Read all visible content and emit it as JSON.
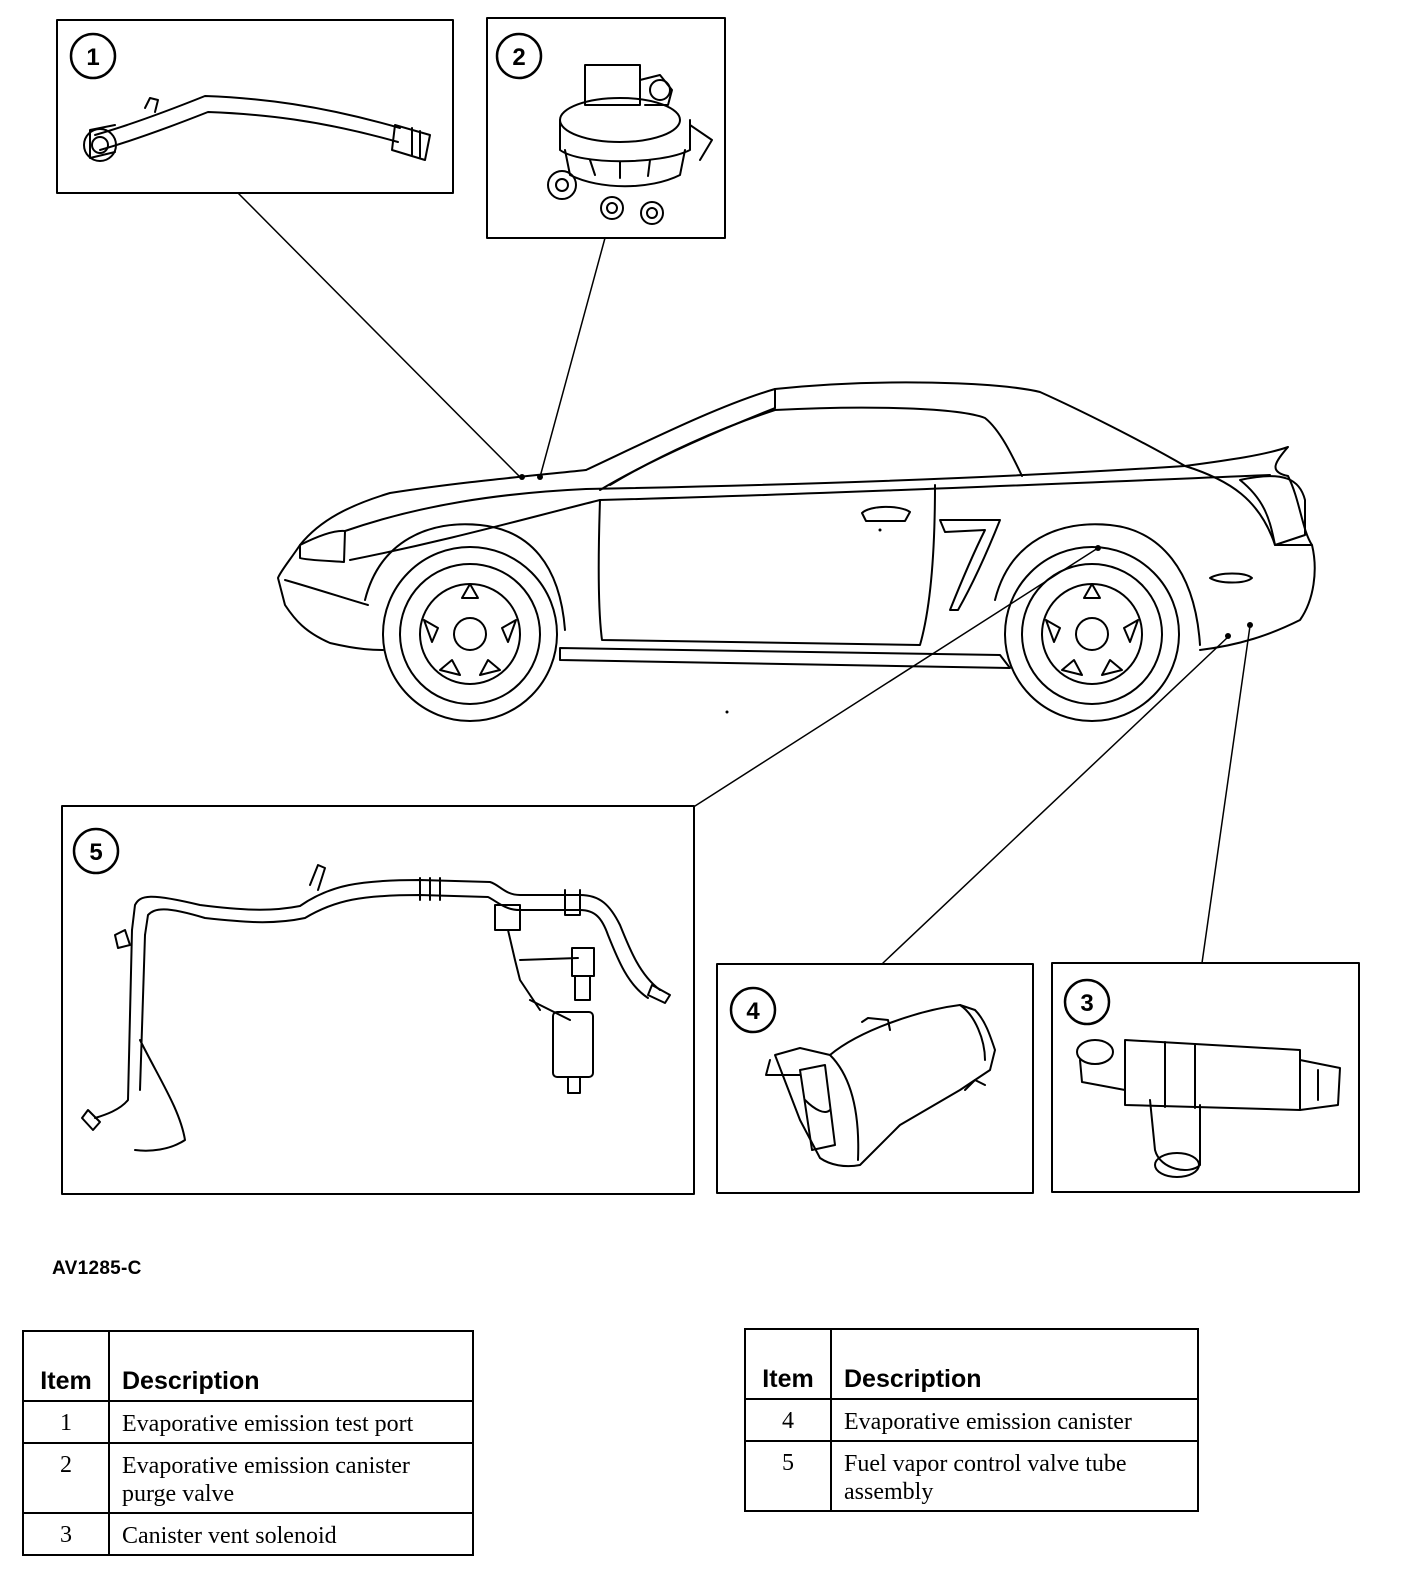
{
  "figure_code": "AV1285-C",
  "callouts": [
    "1",
    "2",
    "3",
    "4",
    "5"
  ],
  "legend_left": {
    "headers": {
      "item": "Item",
      "description": "Description"
    },
    "rows": [
      {
        "item": "1",
        "description": "Evaporative emission test port"
      },
      {
        "item": "2",
        "description": "Evaporative emission canister purge valve"
      },
      {
        "item": "3",
        "description": "Canister vent solenoid"
      }
    ]
  },
  "legend_right": {
    "headers": {
      "item": "Item",
      "description": "Description"
    },
    "rows": [
      {
        "item": "4",
        "description": "Evaporative emission canister"
      },
      {
        "item": "5",
        "description": "Fuel vapor control valve tube assembly"
      }
    ]
  }
}
